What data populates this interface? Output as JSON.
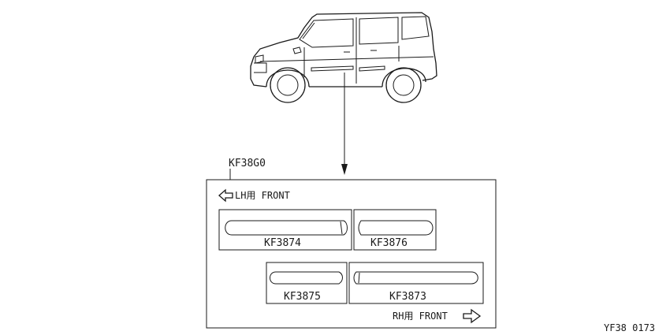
{
  "assembly": {
    "code": "KF38G0"
  },
  "directions": {
    "lh_label": "LH用 FRONT",
    "rh_label": "RH用 FRONT"
  },
  "parts": [
    {
      "id": "KF3874"
    },
    {
      "id": "KF3876"
    },
    {
      "id": "KF3875"
    },
    {
      "id": "KF3873"
    }
  ],
  "figure_code": "YF38 0173",
  "icons": {
    "vehicle": "van-side-view-icon",
    "left_arrow": "hollow-left-arrow-icon",
    "right_arrow": "hollow-right-arrow-icon"
  }
}
